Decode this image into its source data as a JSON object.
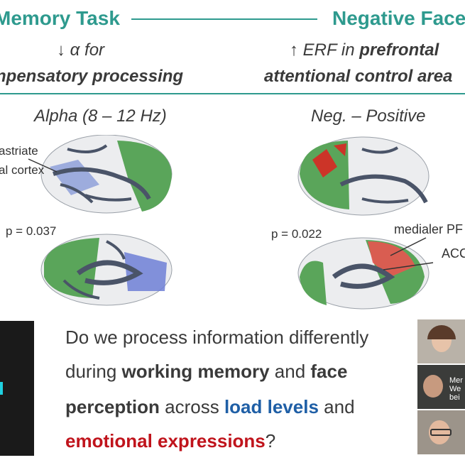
{
  "slide": {
    "left": {
      "title": "Memory Task",
      "line1": "↓ α for",
      "line2": "npensatory processing",
      "heading": "Alpha (8 – 12 Hz)",
      "region_line1": "astriate",
      "region_line2": "al cortex",
      "pvalue": "p = 0.037"
    },
    "right": {
      "title": "Negative Face",
      "line1_pre": "↑ ERF in ",
      "line1_bold": "prefrontal",
      "line2": "attentional control area",
      "heading": "Neg. – Positive",
      "pvalue": "p = 0.022",
      "label_mpfc": "medialer PF",
      "label_acc": "ACC"
    },
    "question": {
      "line1": "Do we process information differently",
      "l2_a": "during ",
      "l2_b": "working memory",
      "l2_c": " and ",
      "l2_d": "face",
      "l3_a": "perception",
      "l3_b": " across ",
      "l3_c": "load levels",
      "l3_d": " and",
      "l4_a": "emotional expressions",
      "l4_b": "?"
    }
  },
  "video_panel": {
    "tile2_caption_1": "Mer",
    "tile2_caption_2": "We",
    "tile2_caption_3": "bei"
  },
  "colors": {
    "accent": "#2e9a8e",
    "blue": "#1f5fa6",
    "red": "#c0141c",
    "green": "#5aa55a"
  }
}
